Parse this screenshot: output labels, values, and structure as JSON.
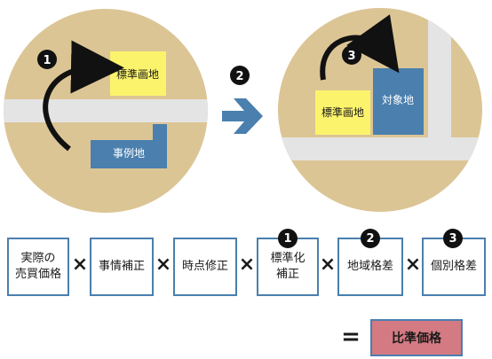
{
  "colors": {
    "ground": "#dcc595",
    "road": "#e4e4e4",
    "yellow_lot": "#fbf36c",
    "blue_lot": "#4a7fae",
    "arrow": "#4a7fae",
    "result_fill": "#d47a82"
  },
  "left_circle": {
    "badge": "1",
    "standard_lot_label": "標準画地",
    "case_lot_label": "事例地"
  },
  "center_arrow": {
    "badge": "2"
  },
  "right_circle": {
    "badge": "3",
    "standard_lot_label": "標準画地",
    "target_lot_label": "対象地"
  },
  "formula": {
    "terms": [
      {
        "lines": [
          "実際の",
          "売買価格"
        ]
      },
      {
        "lines": [
          "事情補正"
        ]
      },
      {
        "lines": [
          "時点修正"
        ]
      },
      {
        "lines": [
          "標準化",
          "補正"
        ],
        "badge": "1"
      },
      {
        "lines": [
          "地域格差"
        ],
        "badge": "2"
      },
      {
        "lines": [
          "個別格差"
        ],
        "badge": "3"
      }
    ],
    "operator": "×",
    "equals": "=",
    "result": "比準価格"
  }
}
